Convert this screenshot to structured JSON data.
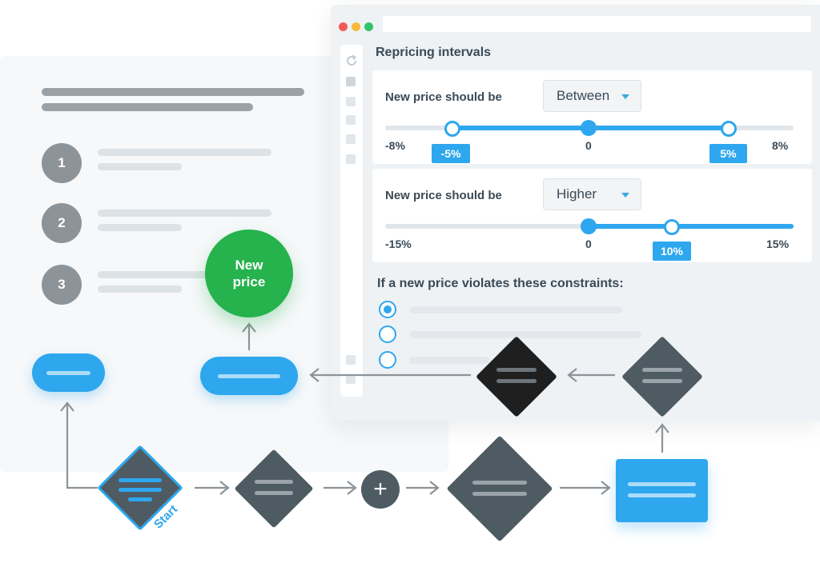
{
  "panel": {
    "title": "Repricing intervals",
    "card1": {
      "label": "New price should be",
      "select_value": "Between",
      "min_label": "-8%",
      "mid_label": "0",
      "max_label": "8%",
      "low_value": "-5%",
      "high_value": "5%"
    },
    "card2": {
      "label": "New price should be",
      "select_value": "Higher",
      "min_label": "-15%",
      "mid_label": "0",
      "max_label": "15%",
      "value": "10%"
    },
    "constraints_title": "If a new price violates these constraints:",
    "selected_option_index": 0
  },
  "steps": [
    "1",
    "2",
    "3"
  ],
  "flow": {
    "result_node": "New price",
    "start_label": "Start",
    "plus_symbol": "+"
  },
  "colors": {
    "accent": "#2ea7ee",
    "green": "#26b24d",
    "dark_node": "#4f5b63",
    "black_node": "#1f1f1f"
  }
}
